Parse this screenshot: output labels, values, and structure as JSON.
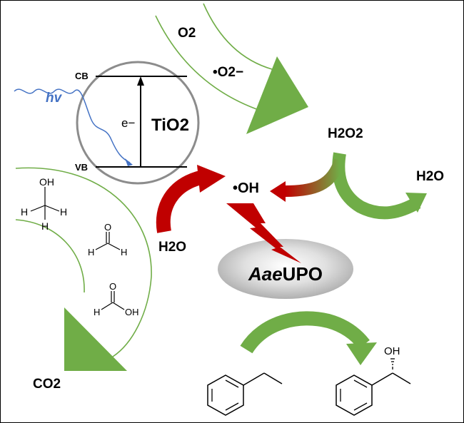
{
  "labels": {
    "o2": "O2",
    "superoxide": "•O2−",
    "h2o2": "H2O2",
    "h2o_right": "H2O",
    "oh_radical": "•OH",
    "h2o_left": "H2O",
    "co2": "CO2",
    "enzyme": "AaeUPO",
    "tio2": "TiO2",
    "cb": "CB",
    "vb": "VB",
    "electron": "e−",
    "light": "hv"
  },
  "molecules": {
    "methanol": {
      "o": "OH",
      "h": "H"
    },
    "formaldehyde": {
      "o": "O",
      "h": "H"
    },
    "formic_acid": {
      "o": "O",
      "h": "H",
      "oh": "OH"
    },
    "phenylethanol": {
      "oh": "OH"
    }
  },
  "colors": {
    "green": "#70ad47",
    "red": "#c00000",
    "blue": "#4472c4",
    "gray_circle": "#8c8c8c",
    "enzyme_fill": "#d0d0d0"
  }
}
